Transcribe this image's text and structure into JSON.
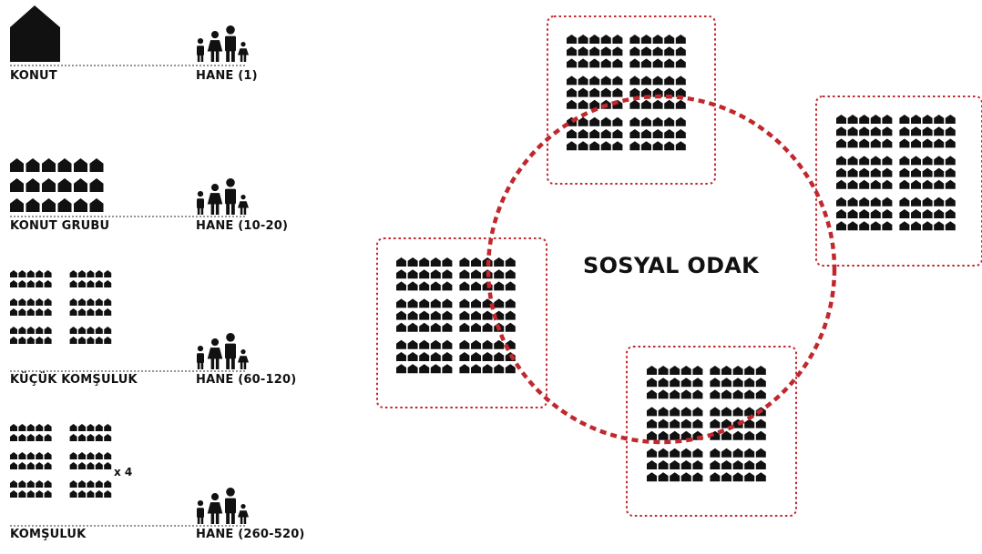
{
  "rows": [
    {
      "left_label": "KONUT",
      "right_label": "HANE (1)"
    },
    {
      "left_label": "KONUT GRUBU",
      "right_label": "HANE (10-20)"
    },
    {
      "left_label": "KÜÇÜK KOMŞULUK",
      "right_label": "HANE (60-120)"
    },
    {
      "left_label": "KOMŞULUK",
      "right_label": "HANE (260-520)"
    }
  ],
  "multiplier": "x 4",
  "focus_label": "SOSYAL ODAK",
  "colors": {
    "accent": "#c0282d",
    "ink": "#111111"
  },
  "icons": [
    "house-icon",
    "family-icon"
  ]
}
